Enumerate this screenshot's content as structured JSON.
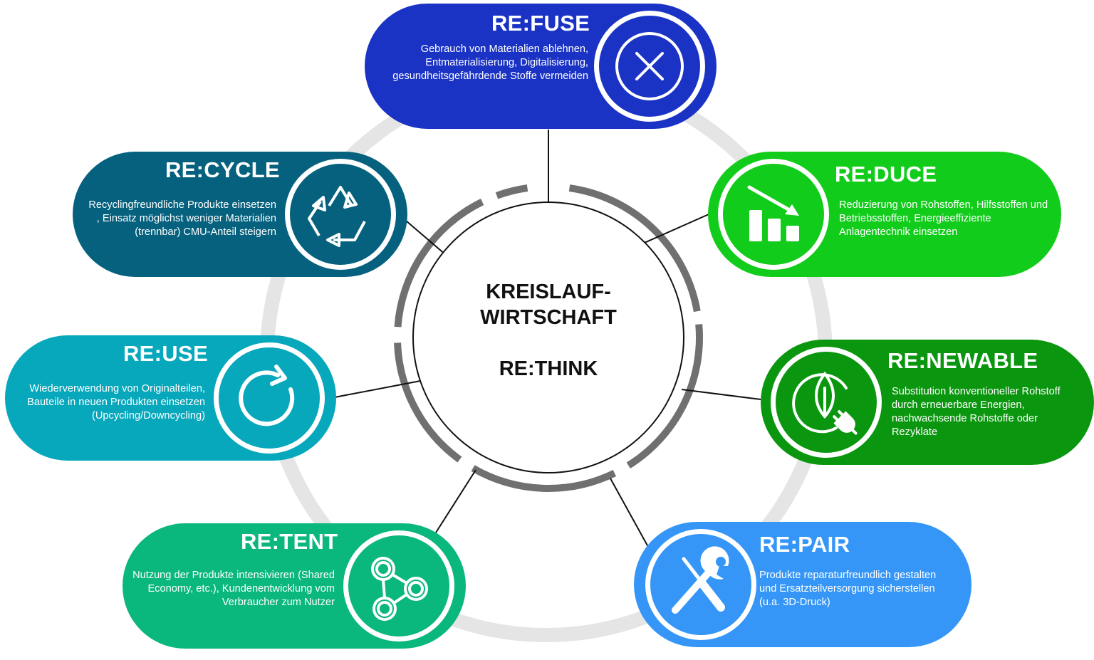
{
  "center": {
    "line1": "KREISLAUF-",
    "line2": "WIRTSCHAFT",
    "line3": "RE:THINK"
  },
  "colors": {
    "refuse": "#1b33c4",
    "recycle": "#05617e",
    "reuse": "#07a7bc",
    "retent": "#0ab77c",
    "reduce": "#12cc1b",
    "renewable": "#0b960f",
    "repair": "#3596f7",
    "ring": "#e5e5e5",
    "arc": "#707070"
  },
  "nodes": {
    "refuse": {
      "title": "RE:FUSE",
      "desc": "Gebrauch von Materialien ablehnen,\nEntmaterialisierung, Digitalisierung,\ngesundheitsgefährdende Stoffe vermeiden",
      "icon": "close-x-icon"
    },
    "recycle": {
      "title": "RE:CYCLE",
      "desc": "Recyclingfreundliche Produkte einsetzen\n, Einsatz möglichst weniger Materialien\n(trennbar) CMU-Anteil steigern",
      "icon": "recycle-icon"
    },
    "reuse": {
      "title": "RE:USE",
      "desc": "Wiederverwendung von Originalteilen,\nBauteile in neuen Produkten einsetzen\n(Upcycling/Downcycling)",
      "icon": "refresh-icon"
    },
    "retent": {
      "title": "RE:TENT",
      "desc": "Nutzung der Produkte intensivieren (Shared\nEconomy, etc.), Kundenentwicklung vom\nVerbraucher zum Nutzer",
      "icon": "network-icon"
    },
    "reduce": {
      "title": "RE:DUCE",
      "desc": "Reduzierung von Rohstoffen, Hilfsstoffen und\nBetriebsstoffen, Energieeffiziente\nAnlagentechnik einsetzen",
      "icon": "decreasing-bars-icon"
    },
    "renewable": {
      "title": "RE:NEWABLE",
      "desc": " Substitution konventioneller Rohstoff\ndurch erneuerbare Energien,\nnachwachsende Rohstoffe oder\nRezyklate",
      "icon": "leaf-plug-icon"
    },
    "repair": {
      "title": "RE:PAIR",
      "desc": " Produkte reparaturfreundlich gestalten\nund Ersatzteilversorgung sicherstellen\n(u.a. 3D-Druck)",
      "icon": "tools-icon"
    }
  }
}
